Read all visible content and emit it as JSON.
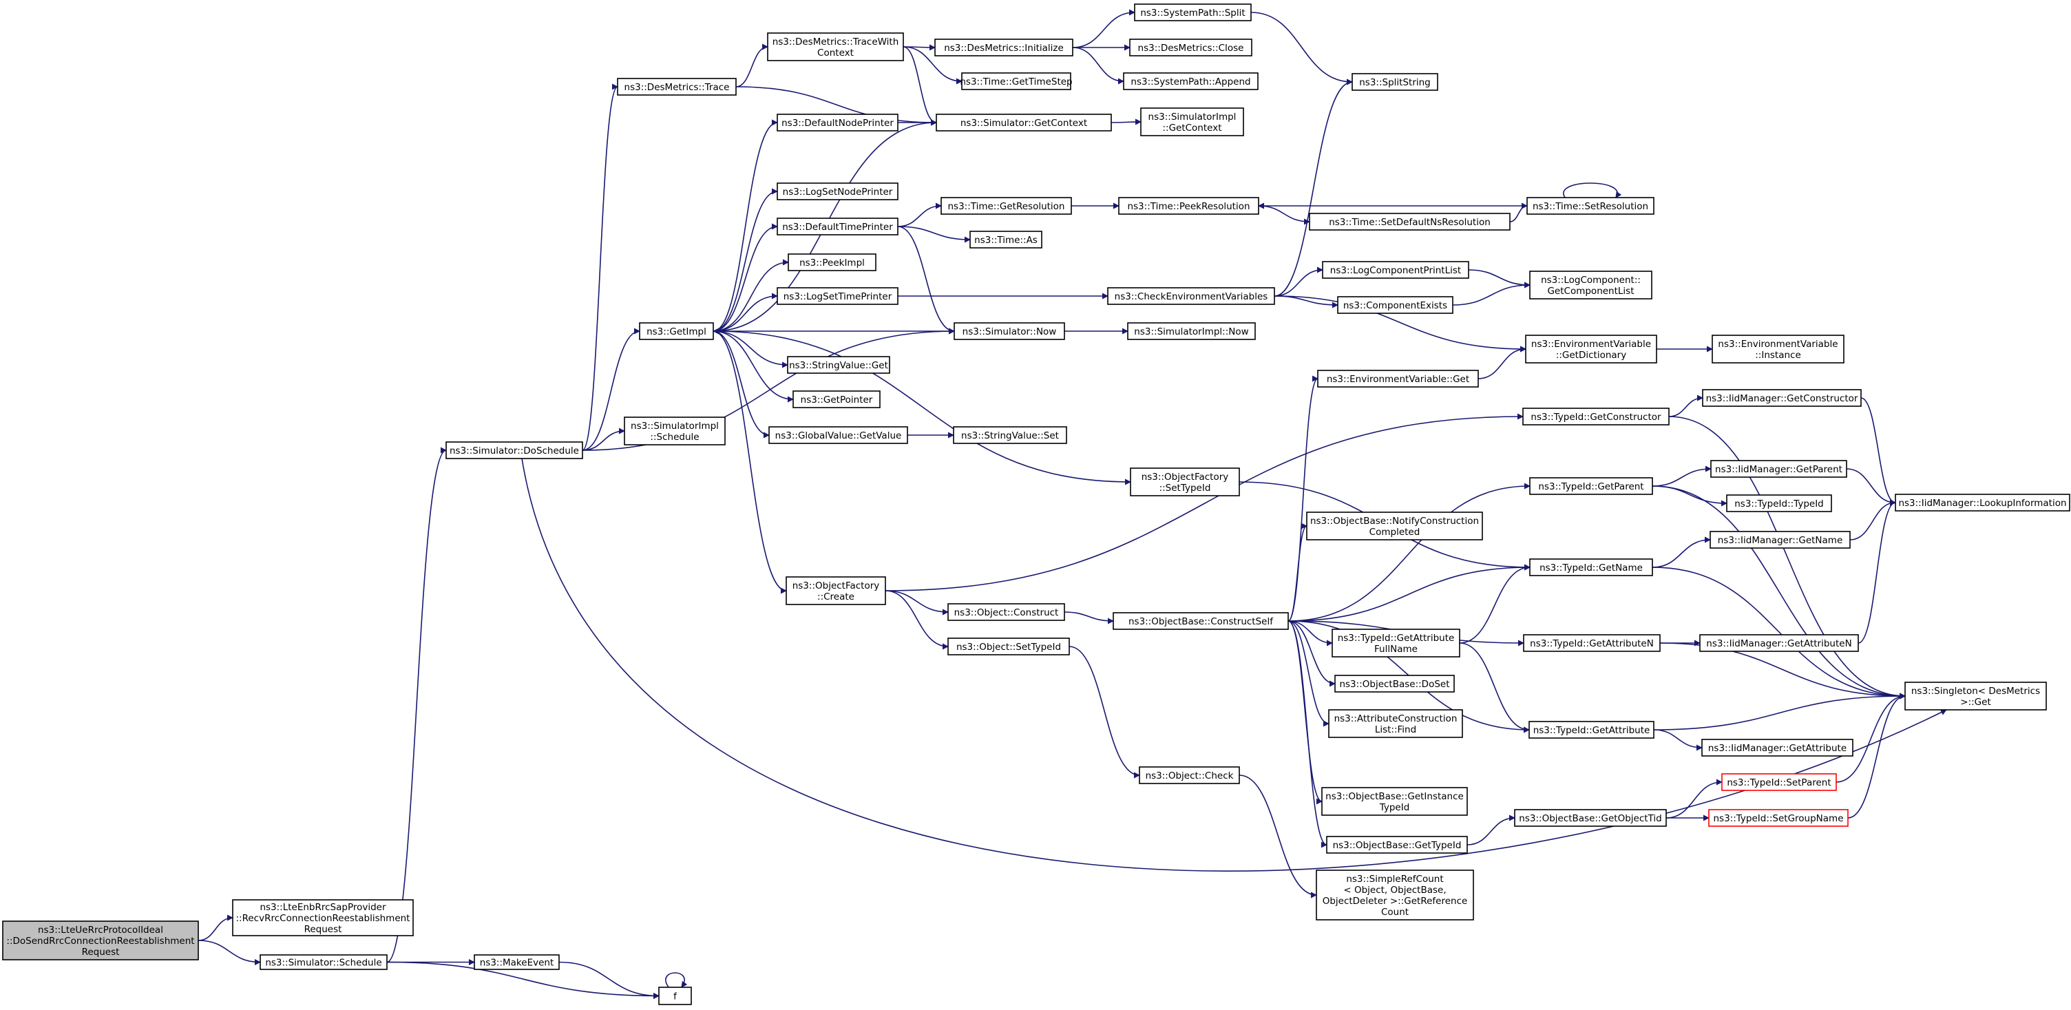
{
  "diagram": {
    "colors": {
      "edge": "#191970",
      "root_fill": "#bfbfbf",
      "border": "#000000",
      "incomplete_border": "#ff0000",
      "background": "#ffffff"
    },
    "nodes": {
      "root": [
        "ns3::LteUeRrcProtocolIdeal",
        "::DoSendRrcConnectionReestablishment",
        "Request"
      ],
      "recvRrc": [
        "ns3::LteEnbRrcSapProvider",
        "::RecvRrcConnectionReestablishment",
        "Request"
      ],
      "simSchedule": [
        "ns3::Simulator::Schedule"
      ],
      "makeEvent": [
        "ns3::MakeEvent"
      ],
      "f": [
        "f"
      ],
      "doSchedule": [
        "ns3::Simulator::DoSchedule"
      ],
      "desTrace": [
        "ns3::DesMetrics::Trace"
      ],
      "getImpl": [
        "ns3::GetImpl"
      ],
      "simImplSchedule": [
        "ns3::SimulatorImpl",
        "::Schedule"
      ],
      "traceWithContext": [
        "ns3::DesMetrics::TraceWith",
        "Context"
      ],
      "defaultNodePrinter": [
        "ns3::DefaultNodePrinter"
      ],
      "logSetNodePrinter": [
        "ns3::LogSetNodePrinter"
      ],
      "defaultTimePrinter": [
        "ns3::DefaultTimePrinter"
      ],
      "peekImpl": [
        "ns3::PeekImpl"
      ],
      "logSetTimePrinter": [
        "ns3::LogSetTimePrinter"
      ],
      "stringValueGet": [
        "ns3::StringValue::Get"
      ],
      "getPointer": [
        "ns3::GetPointer"
      ],
      "globalValueGetValue": [
        "ns3::GlobalValue::GetValue"
      ],
      "objectFactoryCreate": [
        "ns3::ObjectFactory",
        "::Create"
      ],
      "desInitialize": [
        "ns3::DesMetrics::Initialize"
      ],
      "timeGetTimeStep": [
        "ns3::Time::GetTimeStep"
      ],
      "simGetContext": [
        "ns3::Simulator::GetContext"
      ],
      "timeGetResolution": [
        "ns3::Time::GetResolution"
      ],
      "timeAs": [
        "ns3::Time::As"
      ],
      "simNow": [
        "ns3::Simulator::Now"
      ],
      "stringValueSet": [
        "ns3::StringValue::Set"
      ],
      "objectConstruct": [
        "ns3::Object::Construct"
      ],
      "objectSetTypeId": [
        "ns3::Object::SetTypeId"
      ],
      "systemPathSplit": [
        "ns3::SystemPath::Split"
      ],
      "desClose": [
        "ns3::DesMetrics::Close"
      ],
      "systemPathAppend": [
        "ns3::SystemPath::Append"
      ],
      "simImplGetContext": [
        "ns3::SimulatorImpl",
        "::GetContext"
      ],
      "timePeekResolution": [
        "ns3::Time::PeekResolution"
      ],
      "checkEnvVars": [
        "ns3::CheckEnvironmentVariables"
      ],
      "simImplNow": [
        "ns3::SimulatorImpl::Now"
      ],
      "objectFactorySetTypeId": [
        "ns3::ObjectFactory",
        "::SetTypeId"
      ],
      "constructSelf": [
        "ns3::ObjectBase::ConstructSelf"
      ],
      "objectCheck": [
        "ns3::Object::Check"
      ],
      "splitString": [
        "ns3::SplitString"
      ],
      "timeSetDefaultNsRes": [
        "ns3::Time::SetDefaultNsResolution"
      ],
      "logComponentPrintList": [
        "ns3::LogComponentPrintList"
      ],
      "componentExists": [
        "ns3::ComponentExists"
      ],
      "envVarGet": [
        "ns3::EnvironmentVariable::Get"
      ],
      "notifyConstructionCompleted": [
        "ns3::ObjectBase::NotifyConstruction",
        "Completed"
      ],
      "typeIdGetAttributeFullName": [
        "ns3::TypeId::GetAttribute",
        "FullName"
      ],
      "objectBaseDoSet": [
        "ns3::ObjectBase::DoSet"
      ],
      "attrConstructionListFind": [
        "ns3::AttributeConstruction",
        "List::Find"
      ],
      "getInstanceTypeId": [
        "ns3::ObjectBase::GetInstance",
        "TypeId"
      ],
      "objectBaseGetTypeId": [
        "ns3::ObjectBase::GetTypeId"
      ],
      "simpleRefCount": [
        "ns3::SimpleRefCount",
        "< Object, ObjectBase,",
        "ObjectDeleter >::GetReference",
        "Count"
      ],
      "timeSetResolution": [
        "ns3::Time::SetResolution"
      ],
      "logComponentGetComponentList": [
        "ns3::LogComponent::",
        "GetComponentList"
      ],
      "envVarGetDictionary": [
        "ns3::EnvironmentVariable",
        "::GetDictionary"
      ],
      "typeIdGetConstructor": [
        "ns3::TypeId::GetConstructor"
      ],
      "typeIdGetParent": [
        "ns3::TypeId::GetParent"
      ],
      "typeIdGetName": [
        "ns3::TypeId::GetName"
      ],
      "typeIdGetAttributeN": [
        "ns3::TypeId::GetAttributeN"
      ],
      "typeIdGetAttribute": [
        "ns3::TypeId::GetAttribute"
      ],
      "getObjectTid": [
        "ns3::ObjectBase::GetObjectTid"
      ],
      "envVarInstance": [
        "ns3::EnvironmentVariable",
        "::Instance"
      ],
      "iidGetConstructor": [
        "ns3::IidManager::GetConstructor"
      ],
      "iidGetParent": [
        "ns3::IidManager::GetParent"
      ],
      "typeIdTypeId": [
        "ns3::TypeId::TypeId"
      ],
      "iidGetName": [
        "ns3::IidManager::GetName"
      ],
      "iidGetAttributeN": [
        "ns3::IidManager::GetAttributeN"
      ],
      "iidGetAttribute": [
        "ns3::IidManager::GetAttribute"
      ],
      "typeIdSetParent": [
        "ns3::TypeId::SetParent"
      ],
      "typeIdSetGroupName": [
        "ns3::TypeId::SetGroupName"
      ],
      "iidLookupInformation": [
        "ns3::IidManager::LookupInformation"
      ],
      "singletonGet": [
        "ns3::Singleton< DesMetrics",
        ">::Get"
      ]
    }
  }
}
